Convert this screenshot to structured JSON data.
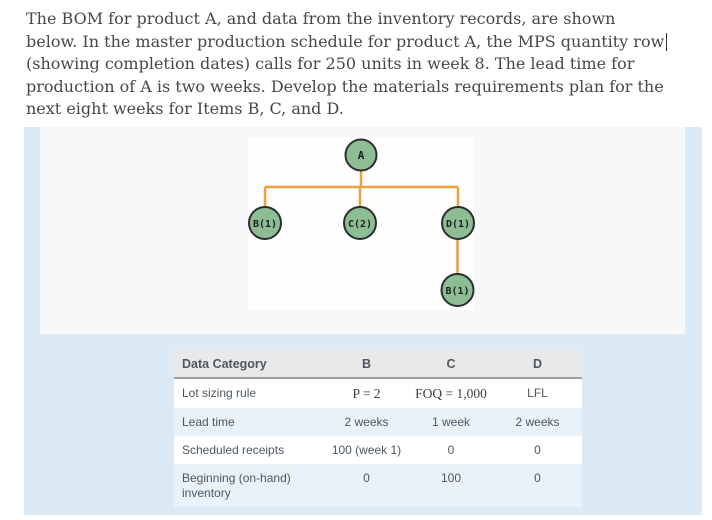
{
  "intro": {
    "lines": [
      "The BOM for product A, and data from the inventory records, are shown",
      "below. In the master production schedule for product A, the MPS quantity row",
      "(showing completion dates) calls for 250 units in week 8. The lead time for",
      "production of A is two weeks. Develop the materials requirements plan for the",
      "next eight weeks for Items B, C, and D."
    ]
  },
  "bom": {
    "nodes": [
      {
        "id": "A",
        "label": "A"
      },
      {
        "id": "B-under-A",
        "label": "B(1)"
      },
      {
        "id": "C-under-A",
        "label": "C(2)"
      },
      {
        "id": "D-under-A",
        "label": "D(1)"
      },
      {
        "id": "B-under-D",
        "label": "B(1)"
      }
    ],
    "colors": {
      "node_fill": "#8cbd93",
      "node_border": "#2d2d2d",
      "connector": "#e9a23e"
    }
  },
  "table": {
    "columns": [
      "Data Category",
      "B",
      "C",
      "D"
    ],
    "rows": [
      {
        "label": "Lot sizing rule",
        "b": "P = 2",
        "c": "FOQ = 1,000",
        "d": "LFL"
      },
      {
        "label": "Lead time",
        "b": "2 weeks",
        "c": "1 week",
        "d": "2 weeks"
      },
      {
        "label": "Scheduled receipts",
        "b": "100 (week 1)",
        "c": "0",
        "d": "0"
      },
      {
        "label": "Beginning (on-hand) inventory",
        "b": "0",
        "c": "100",
        "d": "0"
      }
    ],
    "colors": {
      "panel_blue": "#dbeaf4",
      "row_alt_blue": "#e8f2f9",
      "header_gray": "#e9e9e9"
    }
  }
}
